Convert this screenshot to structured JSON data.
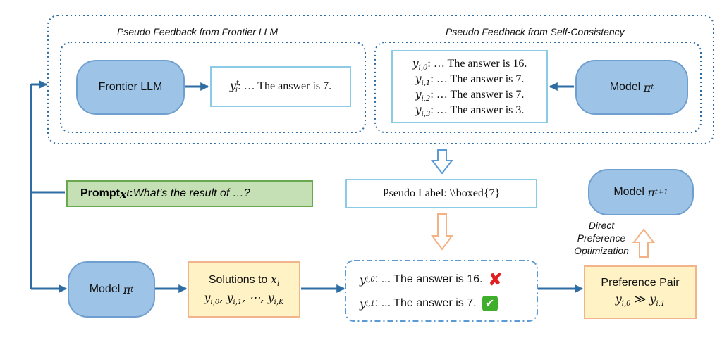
{
  "top_panel": {
    "left_title": "Pseudo Feedback from Frontier LLM",
    "right_title": "Pseudo Feedback from Self-Consistency"
  },
  "frontier_box": {
    "label": "Frontier LLM"
  },
  "frontier_answer": {
    "var": "y",
    "sub": "i",
    "sup": "t",
    "text": ": … The answer is 7."
  },
  "self_consistency_answers": [
    {
      "var": "y",
      "sub": "i,0",
      "text": ": … The answer is 16."
    },
    {
      "var": "y",
      "sub": "i,1",
      "text": ": … The answer is 7."
    },
    {
      "var": "y",
      "sub": "i,2",
      "text": ": … The answer is 7."
    },
    {
      "var": "y",
      "sub": "i,3",
      "text": ": … The answer is 3."
    }
  ],
  "model_top": {
    "label": "Model ",
    "pi": "π",
    "sub": "t"
  },
  "prompt": {
    "bold": "Prompt ",
    "var": "x",
    "sub": "i",
    "colon": ":",
    "question": " What’s the result of …?"
  },
  "pseudo_label": {
    "text": "Pseudo Label: \\\\boxed{7}"
  },
  "model_next": {
    "label": "Model ",
    "pi": "π",
    "sub": "t+1"
  },
  "dpo_label": {
    "line1": "Direct",
    "line2": "Preference",
    "line3": "Optimization"
  },
  "model_bottom": {
    "label": "Model ",
    "pi": "π",
    "sub": "t"
  },
  "solutions": {
    "line1": "Solutions to ",
    "var": "x",
    "sub": "i",
    "y0_sub": "i,0",
    "y1_sub": "i,1",
    "yk_sub": "i,K",
    "sep": ", ",
    "dots": "⋯"
  },
  "judged_answers": [
    {
      "var": "y",
      "sub": "i,0",
      "text": ": ... The answer is 16.",
      "mark": "✘",
      "mark_color": "#e02020"
    },
    {
      "var": "y",
      "sub": "i,1",
      "text": ": ... The answer is 7.",
      "mark": "✔",
      "mark_color": "#3fae2a"
    }
  ],
  "preference_pair": {
    "title": "Preference Pair",
    "chosen_sub": "i,0",
    "rejected_sub": "i,1",
    "relation": "≫",
    "var": "y"
  },
  "colors": {
    "dark_arrow": "#2e6da4",
    "dotted_border": "#2e6da4",
    "light_arrow": "#5b9bd5",
    "orange_arrow": "#f4b183",
    "model_fill": "#9dc3e6",
    "prompt_fill": "#c5e0b4",
    "yellow_fill": "#fff3c6"
  }
}
